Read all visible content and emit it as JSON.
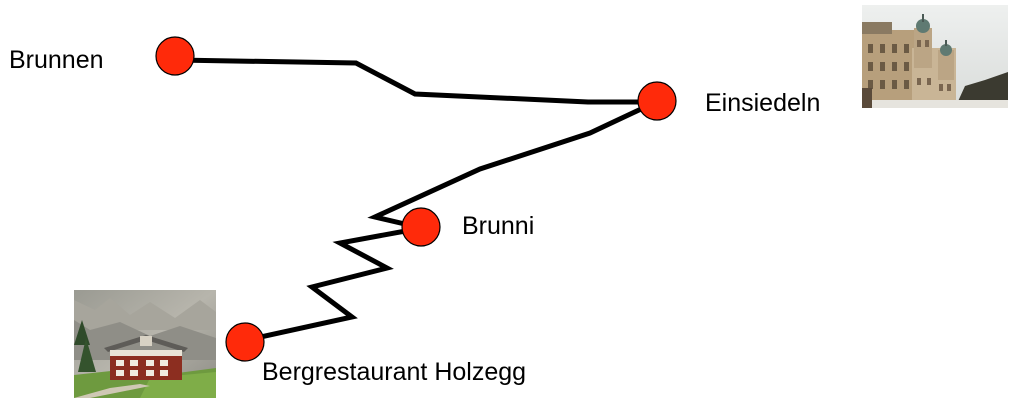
{
  "colors": {
    "route_line": "#000000",
    "stop_fill": "#ff2a0a",
    "stop_stroke": "#000000",
    "label_text": "#000000"
  },
  "route": {
    "stops": [
      {
        "id": "brunnen",
        "name": "Brunnen"
      },
      {
        "id": "einsiedeln",
        "name": "Einsiedeln"
      },
      {
        "id": "brunni",
        "name": "Brunni"
      },
      {
        "id": "holzegg",
        "name": "Bergrestaurant Holzegg"
      }
    ]
  },
  "photos": [
    {
      "id": "einsiedeln-photo",
      "subject": "monastery-building"
    },
    {
      "id": "holzegg-photo",
      "subject": "mountain-chalet"
    }
  ]
}
